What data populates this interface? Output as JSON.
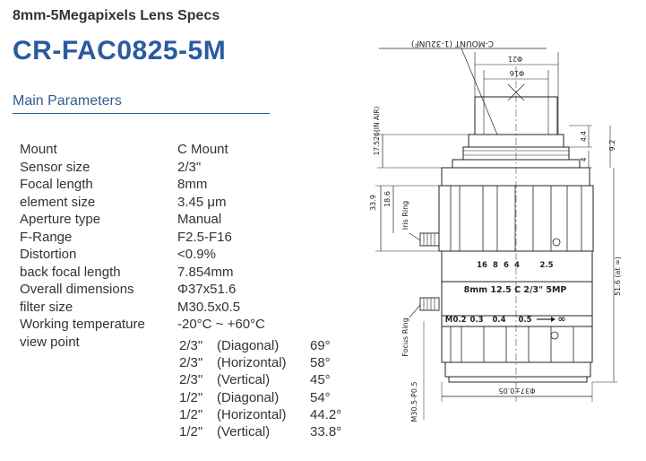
{
  "header": {
    "subtitle": "8mm-5Megapixels Lens Specs",
    "model": "CR-FAC0825-5M"
  },
  "section_title": "Main Parameters",
  "params": [
    {
      "name": "Mount",
      "value": "C Mount"
    },
    {
      "name": "Sensor size",
      "value": "2/3\""
    },
    {
      "name": "Focal length",
      "value": "8mm"
    },
    {
      "name": "element size",
      "value": "3.45 μm"
    },
    {
      "name": "Aperture type",
      "value": "Manual"
    },
    {
      "name": "F-Range",
      "value": "F2.5-F16"
    },
    {
      "name": "Distortion",
      "value": "<0.9%"
    },
    {
      "name": "back focal length",
      "value": "7.854mm"
    },
    {
      "name": "Overall dimensions",
      "value": "Φ37x51.6"
    },
    {
      "name": "filter size",
      "value": "M30.5x0.5"
    },
    {
      "name": "Working temperature",
      "value": "-20°C ~ +60°C"
    },
    {
      "name": "view point",
      "value": ""
    }
  ],
  "view_angles": [
    {
      "format": "2/3\"",
      "mode": "(Diagonal)",
      "angle": "69°"
    },
    {
      "format": "2/3\"",
      "mode": "(Horizontal)",
      "angle": "58°"
    },
    {
      "format": "2/3\"",
      "mode": "(Vertical)",
      "angle": "45°"
    },
    {
      "format": "1/2\"",
      "mode": "(Diagonal)",
      "angle": "54°"
    },
    {
      "format": "1/2\"",
      "mode": "(Horizontal)",
      "angle": "44.2°"
    },
    {
      "format": "1/2\"",
      "mode": "(Vertical)",
      "angle": "33.8°"
    }
  ],
  "drawing": {
    "mount_thread": "C-MOUNT (1-32UNF)",
    "dia_21": "Φ21",
    "dia_16": "Φ16",
    "dim_17_526": "17.526(IN AIR)",
    "dim_4_4": "4.4",
    "dim_4": "4",
    "dim_9_2": "9.2",
    "dim_33_9": "33.9",
    "dim_18_6": "18.6",
    "iris_ring": "Iris Ring",
    "focus_ring": "Focus Ring",
    "f_scale": [
      "16",
      "8",
      "6",
      "4",
      "2.5"
    ],
    "lens_label": "8mm 12.5 C 2/3\" 5MP",
    "distance_scale": [
      "0.2",
      "0.3",
      "0.4",
      "0.5",
      "∞"
    ],
    "distance_unit": "M",
    "dim_51_6": "51.6 (at ∞)",
    "dia_37": "Φ37±0.05",
    "filter_thread": "M30.5-P0.5",
    "colors": {
      "title_blue": "#2a5aa0",
      "line": "#222222"
    }
  }
}
